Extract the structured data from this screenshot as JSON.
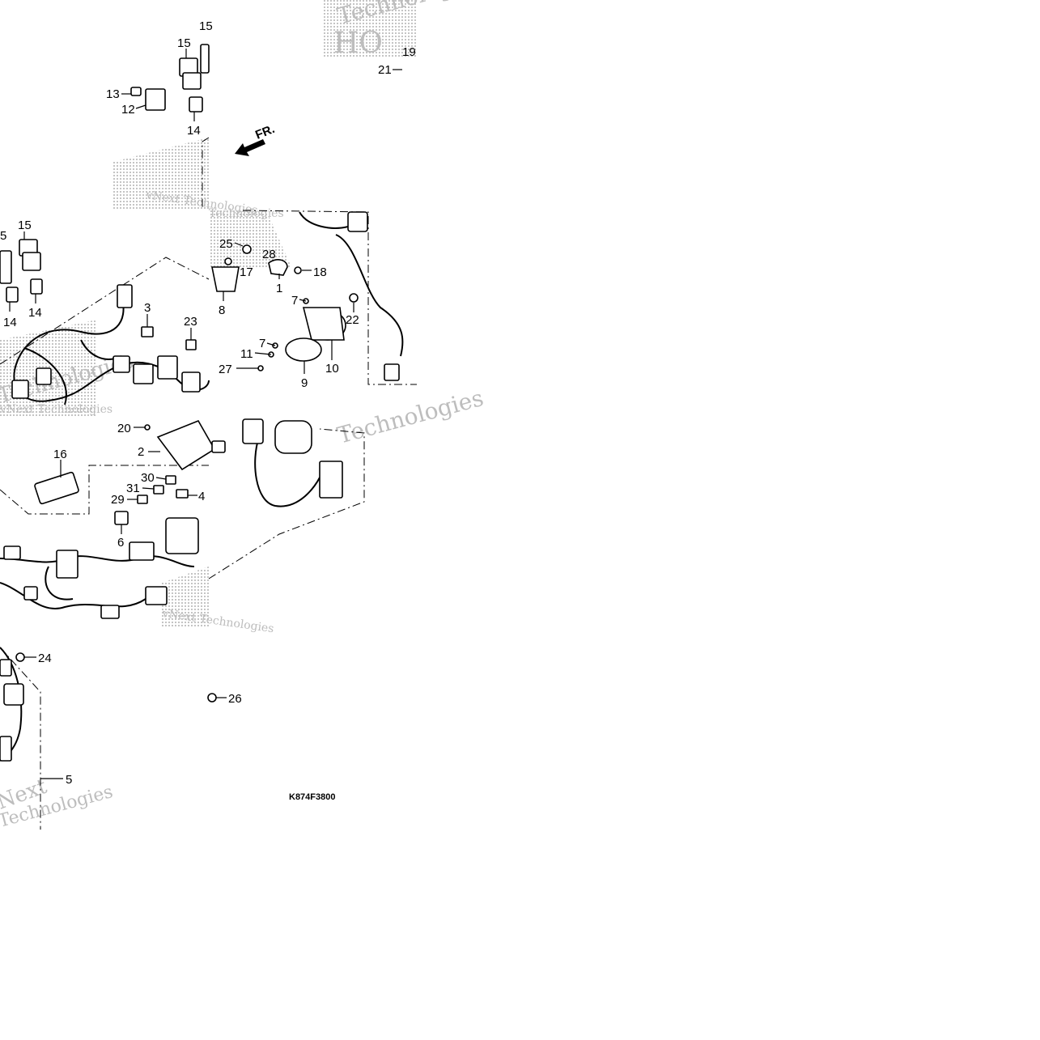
{
  "diagram": {
    "direction_label": "FR.",
    "drawing_code": "K874F3800",
    "watermarks": [
      "Technologies",
      "vNext Technologies",
      "Technologies",
      "vNext Technologies",
      "Technologies",
      "Technologies",
      "vNext Technologies",
      "Technologies",
      "HO",
      "Next"
    ],
    "part_labels": [
      {
        "id": "p15a",
        "text": "15"
      },
      {
        "id": "p15b",
        "text": "15"
      },
      {
        "id": "p13",
        "text": "13"
      },
      {
        "id": "p12",
        "text": "12"
      },
      {
        "id": "p14a",
        "text": "14"
      },
      {
        "id": "p19",
        "text": "19"
      },
      {
        "id": "p21",
        "text": "21"
      },
      {
        "id": "p15c",
        "text": "15"
      },
      {
        "id": "p15d",
        "text": "5"
      },
      {
        "id": "p14b",
        "text": "14"
      },
      {
        "id": "p14c",
        "text": "14"
      },
      {
        "id": "p3",
        "text": "3"
      },
      {
        "id": "p23",
        "text": "23"
      },
      {
        "id": "p25",
        "text": "25"
      },
      {
        "id": "p28",
        "text": "28"
      },
      {
        "id": "p17",
        "text": "17"
      },
      {
        "id": "p18",
        "text": "18"
      },
      {
        "id": "p1",
        "text": "1"
      },
      {
        "id": "p8",
        "text": "8"
      },
      {
        "id": "p7a",
        "text": "7"
      },
      {
        "id": "p22",
        "text": "22"
      },
      {
        "id": "p7b",
        "text": "7"
      },
      {
        "id": "p11",
        "text": "11"
      },
      {
        "id": "p27",
        "text": "27"
      },
      {
        "id": "p9",
        "text": "9"
      },
      {
        "id": "p10",
        "text": "10"
      },
      {
        "id": "p20",
        "text": "20"
      },
      {
        "id": "p2",
        "text": "2"
      },
      {
        "id": "p16",
        "text": "16"
      },
      {
        "id": "p30",
        "text": "30"
      },
      {
        "id": "p31",
        "text": "31"
      },
      {
        "id": "p4",
        "text": "4"
      },
      {
        "id": "p29",
        "text": "29"
      },
      {
        "id": "p6",
        "text": "6"
      },
      {
        "id": "p24",
        "text": "24"
      },
      {
        "id": "p26",
        "text": "26"
      },
      {
        "id": "p5",
        "text": "5"
      }
    ]
  }
}
